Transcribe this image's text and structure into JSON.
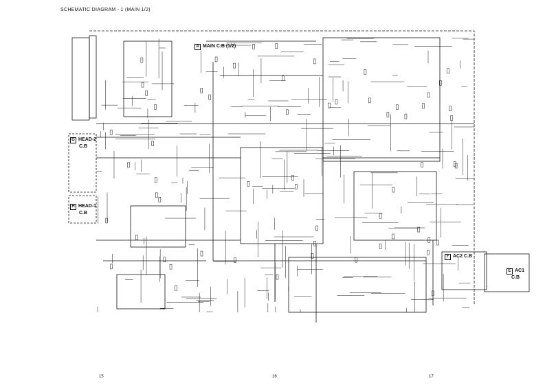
{
  "title": "SCHEMATIC DIAGRAM - 1 (MAIN 1/2)",
  "boards": [
    {
      "tag": "A",
      "name": "MAIN C.B (1/2)"
    },
    {
      "tag": "G",
      "name": "HEAD-2",
      "sub": "C.B"
    },
    {
      "tag": "H",
      "name": "HEAD-1",
      "sub": "C.B"
    },
    {
      "tag": "F",
      "name": "AC2 C.B"
    },
    {
      "tag": "E",
      "name": "AC1",
      "sub": "C.B"
    }
  ],
  "page_numbers": [
    "15",
    "16",
    "17"
  ],
  "line_color": "#111111"
}
